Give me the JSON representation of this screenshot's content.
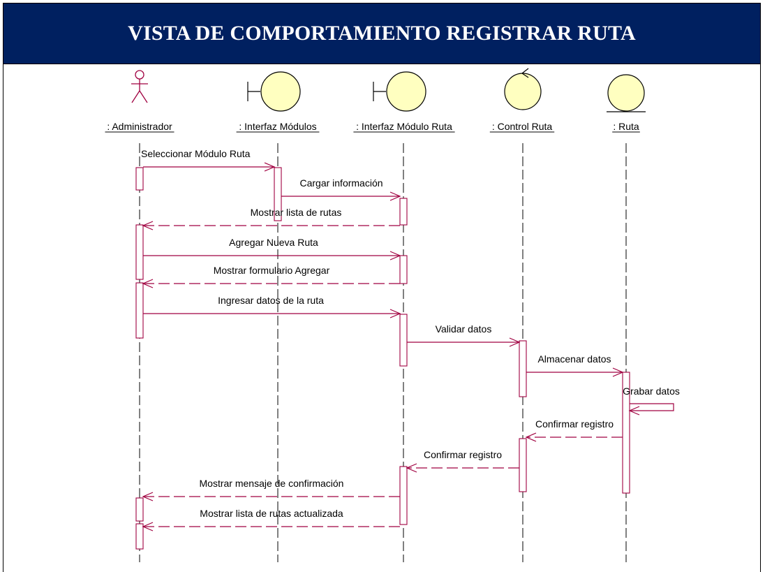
{
  "title": "VISTA DE COMPORTAMIENTO REGISTRAR RUTA",
  "colors": {
    "header_bg": "#002060",
    "header_text": "#ffffff",
    "object_fill": "#ffffc0",
    "line_color": "#a00040"
  },
  "participants": [
    {
      "id": "admin",
      "label": ": Administrador",
      "kind": "actor",
      "icon": "actor-icon"
    },
    {
      "id": "modulos",
      "label": ": Interfaz Módulos",
      "kind": "boundary",
      "icon": "boundary-icon"
    },
    {
      "id": "moduloruta",
      "label": ": Interfaz Módulo Ruta",
      "kind": "boundary",
      "icon": "boundary-icon"
    },
    {
      "id": "control",
      "label": ": Control Ruta",
      "kind": "control",
      "icon": "control-icon"
    },
    {
      "id": "ruta",
      "label": ": Ruta",
      "kind": "entity",
      "icon": "entity-icon"
    }
  ],
  "messages": [
    {
      "from": "admin",
      "to": "modulos",
      "label": "Seleccionar Módulo Ruta",
      "type": "call"
    },
    {
      "from": "modulos",
      "to": "moduloruta",
      "label": "Cargar información",
      "type": "call"
    },
    {
      "from": "moduloruta",
      "to": "admin",
      "label": "Mostrar lista de rutas",
      "type": "return"
    },
    {
      "from": "admin",
      "to": "moduloruta",
      "label": "Agregar Nueva Ruta",
      "type": "call"
    },
    {
      "from": "moduloruta",
      "to": "admin",
      "label": "Mostrar formulario Agregar",
      "type": "return"
    },
    {
      "from": "admin",
      "to": "moduloruta",
      "label": "Ingresar datos de la ruta",
      "type": "call"
    },
    {
      "from": "moduloruta",
      "to": "control",
      "label": "Validar datos",
      "type": "call"
    },
    {
      "from": "control",
      "to": "ruta",
      "label": "Almacenar datos",
      "type": "call"
    },
    {
      "from": "ruta",
      "to": "ruta",
      "label": "Grabar datos",
      "type": "self"
    },
    {
      "from": "ruta",
      "to": "control",
      "label": "Confirmar registro",
      "type": "return"
    },
    {
      "from": "control",
      "to": "moduloruta",
      "label": "Confirmar registro",
      "type": "return"
    },
    {
      "from": "moduloruta",
      "to": "admin",
      "label": "Mostrar mensaje de confirmación",
      "type": "return"
    },
    {
      "from": "moduloruta",
      "to": "admin",
      "label": "Mostrar lista de rutas actualizada",
      "type": "return"
    }
  ]
}
